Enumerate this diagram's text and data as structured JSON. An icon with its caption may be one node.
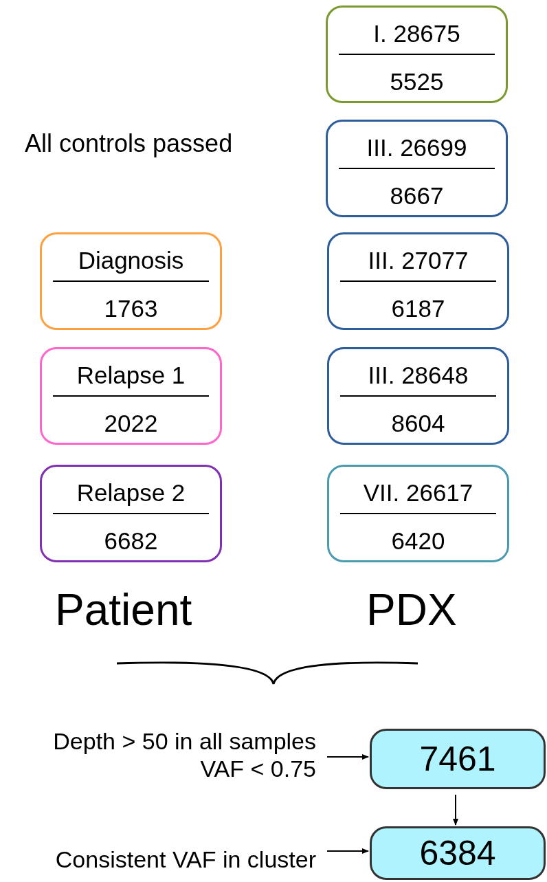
{
  "diagram": {
    "nodes": [
      {
        "text": [
          "I. 28675",
          "5525"
        ]
      },
      {
        "text": [
          "III. 26699",
          "8667"
        ]
      },
      {
        "text": [
          "Diagnosis",
          "1763"
        ]
      },
      {
        "text": [
          "III. 27077",
          "6187"
        ]
      },
      {
        "text": [
          "Relapse 1",
          "2022"
        ]
      },
      {
        "text": [
          "III. 28648",
          "8604"
        ]
      },
      {
        "text": [
          "Relapse 2",
          "6682"
        ]
      },
      {
        "text": [
          "VII. 26617",
          "6420"
        ]
      },
      {
        "text": [
          "Depth > 50 in all samples",
          "VAF < 0.75"
        ]
      },
      {
        "text": [
          "7461"
        ]
      },
      {
        "text": [
          "Consistent VAF in cluster"
        ]
      },
      {
        "text": [
          "6384"
        ]
      }
    ],
    "edges": [
      {
        "from": 8,
        "to": 9,
        "arrow": "to"
      },
      {
        "from": 9,
        "to": 11,
        "arrow": "to"
      },
      {
        "from": 10,
        "to": 11,
        "arrow": "to"
      }
    ],
    "labels": [
      "All controls passed",
      "Patient",
      "PDX"
    ]
  }
}
